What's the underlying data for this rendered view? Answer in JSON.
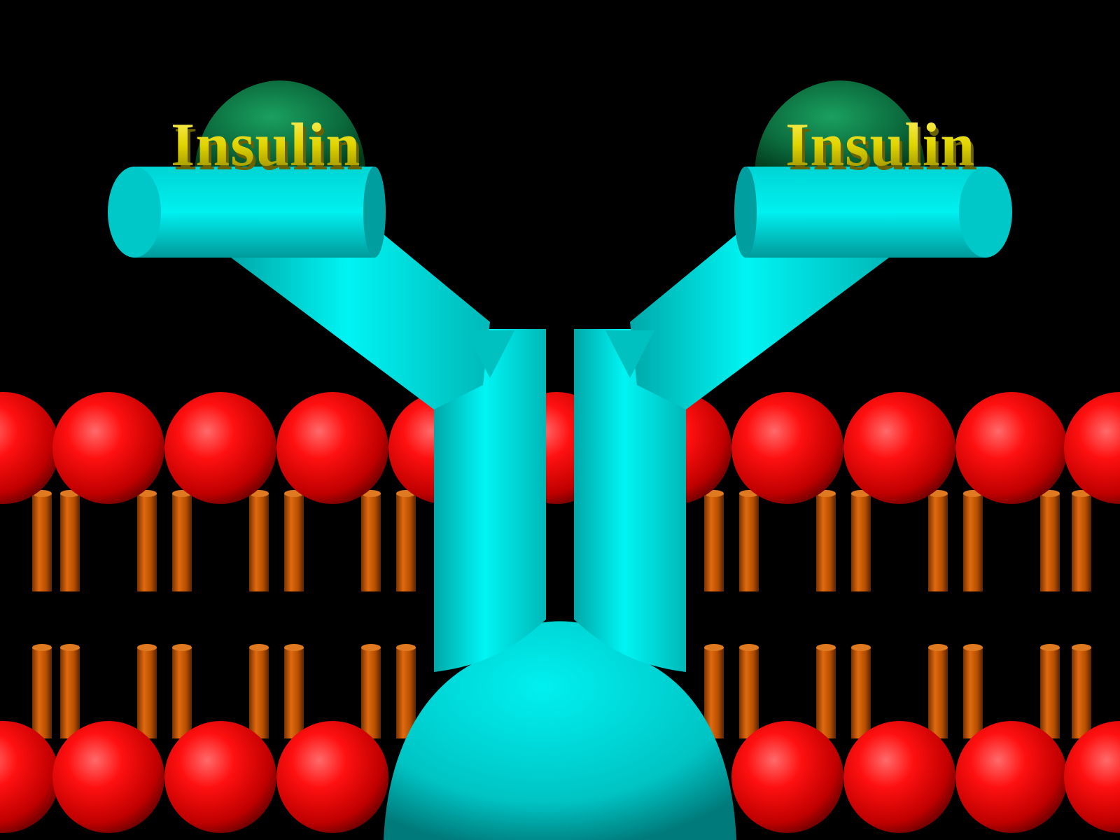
{
  "diagram": {
    "labels": {
      "insulin_left": "Insulin",
      "insulin_right": "Insulin"
    },
    "colors": {
      "background": "#000000",
      "receptor": "#00e0e0",
      "lipid_head": "#ff0000",
      "lipid_tail": "#c85a00",
      "insulin_sphere": "#0a6a3a",
      "label_text": "#e8e000"
    },
    "lipid_layers": {
      "upper_head_count": 10,
      "lower_head_count": 10
    }
  }
}
